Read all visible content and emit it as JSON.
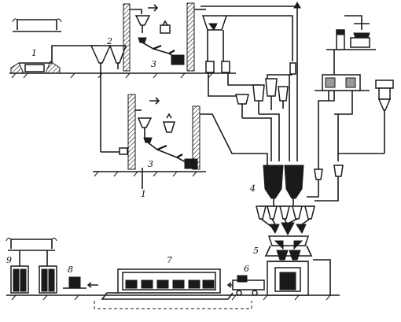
{
  "labels": {
    "l1a": "1",
    "l2": "2",
    "l3a": "3",
    "l3b": "3",
    "l1b": "1",
    "l4": "4",
    "l5": "5",
    "l6": "6",
    "l7": "7",
    "l8": "8",
    "l9": "9"
  }
}
